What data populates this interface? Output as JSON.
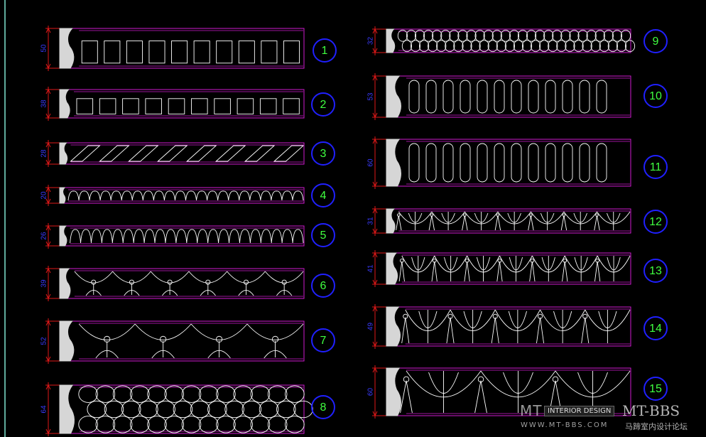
{
  "colors": {
    "background": "#000000",
    "frame": "#d01ad0",
    "profile": "#d6d6d6",
    "pattern": "#ffffff",
    "dimension_line": "#e01818",
    "dimension_text": "#3a3aff",
    "badge_circle": "#2020ff",
    "badge_text": "#40ff40",
    "border_line": "#7fe6d0"
  },
  "moldings": [
    {
      "id": "1",
      "dim": "50",
      "pattern": "dentil"
    },
    {
      "id": "2",
      "dim": "38",
      "pattern": "dentil"
    },
    {
      "id": "3",
      "dim": "28",
      "pattern": "rope"
    },
    {
      "id": "4",
      "dim": "20",
      "pattern": "wave"
    },
    {
      "id": "5",
      "dim": "26",
      "pattern": "wave"
    },
    {
      "id": "6",
      "dim": "39",
      "pattern": "leaf"
    },
    {
      "id": "7",
      "dim": "52",
      "pattern": "leaf"
    },
    {
      "id": "8",
      "dim": "64",
      "pattern": "scale"
    },
    {
      "id": "9",
      "dim": "32",
      "pattern": "scale"
    },
    {
      "id": "10",
      "dim": "53",
      "pattern": "flute"
    },
    {
      "id": "11",
      "dim": "60",
      "pattern": "flute"
    },
    {
      "id": "12",
      "dim": "31",
      "pattern": "egg"
    },
    {
      "id": "13",
      "dim": "41",
      "pattern": "egg"
    },
    {
      "id": "14",
      "dim": "49",
      "pattern": "egg"
    },
    {
      "id": "15",
      "dim": "60",
      "pattern": "egg"
    }
  ],
  "watermark": {
    "logo_left": "MT",
    "tag": "INTERIOR DESIGN",
    "logo_right": "MT-BBS",
    "url": "WWW.MT-BBS.COM",
    "cn_name": "马蹄室内设计论坛"
  }
}
